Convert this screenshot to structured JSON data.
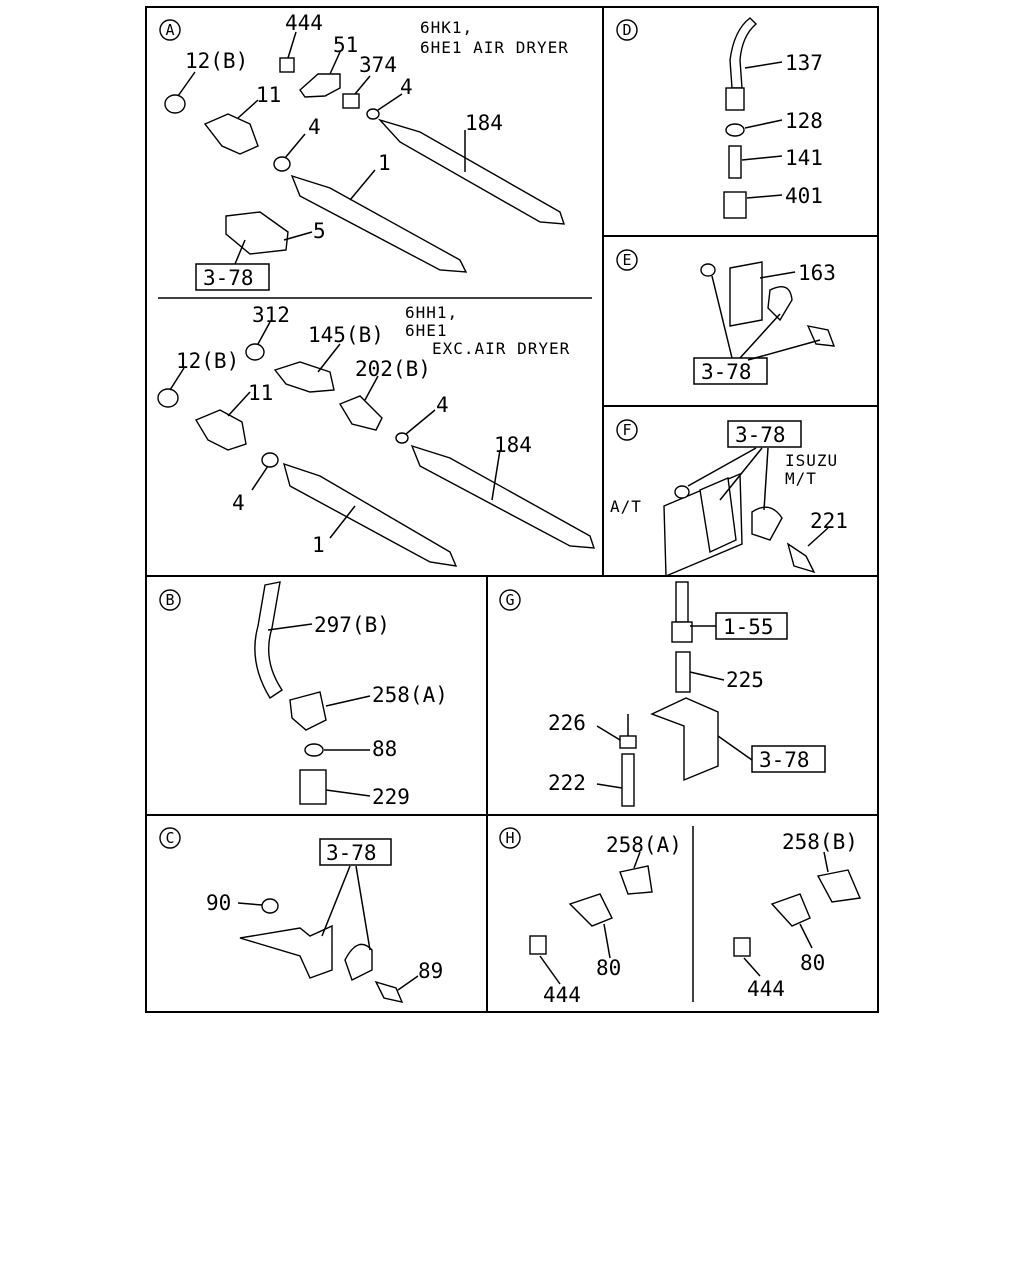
{
  "sections": {
    "A": "A",
    "B": "B",
    "C": "C",
    "D": "D",
    "E": "E",
    "F": "F",
    "G": "G",
    "H": "H"
  },
  "notes": {
    "a_top_line1": "6HK1,",
    "a_top_line2": "6HE1 AIR DRYER",
    "a_bot_line1": "6HH1,",
    "a_bot_line2": "6HE1",
    "a_bot_line3": "EXC.AIR DRYER",
    "f_isuzu": "ISUZU",
    "f_mt": "M/T",
    "f_at": "A/T"
  },
  "labels": {
    "a_444": "444",
    "a_51": "51",
    "a_12b": "12(B)",
    "a_374": "374",
    "a_4a": "4",
    "a_11": "11",
    "a_184": "184",
    "a_4b": "4",
    "a_1": "1",
    "a_5": "5",
    "a_ref": "3-78",
    "a2_312": "312",
    "a2_145b": "145(B)",
    "a2_12b": "12(B)",
    "a2_202b": "202(B)",
    "a2_11": "11",
    "a2_4a": "4",
    "a2_184": "184",
    "a2_4b": "4",
    "a2_1": "1",
    "d_137": "137",
    "d_128": "128",
    "d_141": "141",
    "d_401": "401",
    "e_163": "163",
    "e_ref": "3-78",
    "f_ref": "3-78",
    "f_221": "221",
    "b_297b": "297(B)",
    "b_258a": "258(A)",
    "b_88": "88",
    "b_229": "229",
    "g_ref1": "1-55",
    "g_225": "225",
    "g_226": "226",
    "g_ref2": "3-78",
    "g_222": "222",
    "c_ref": "3-78",
    "c_90": "90",
    "c_89": "89",
    "h_258a": "258(A)",
    "h_258b": "258(B)",
    "h_80a": "80",
    "h_444a": "444",
    "h_80b": "80",
    "h_444b": "444"
  }
}
